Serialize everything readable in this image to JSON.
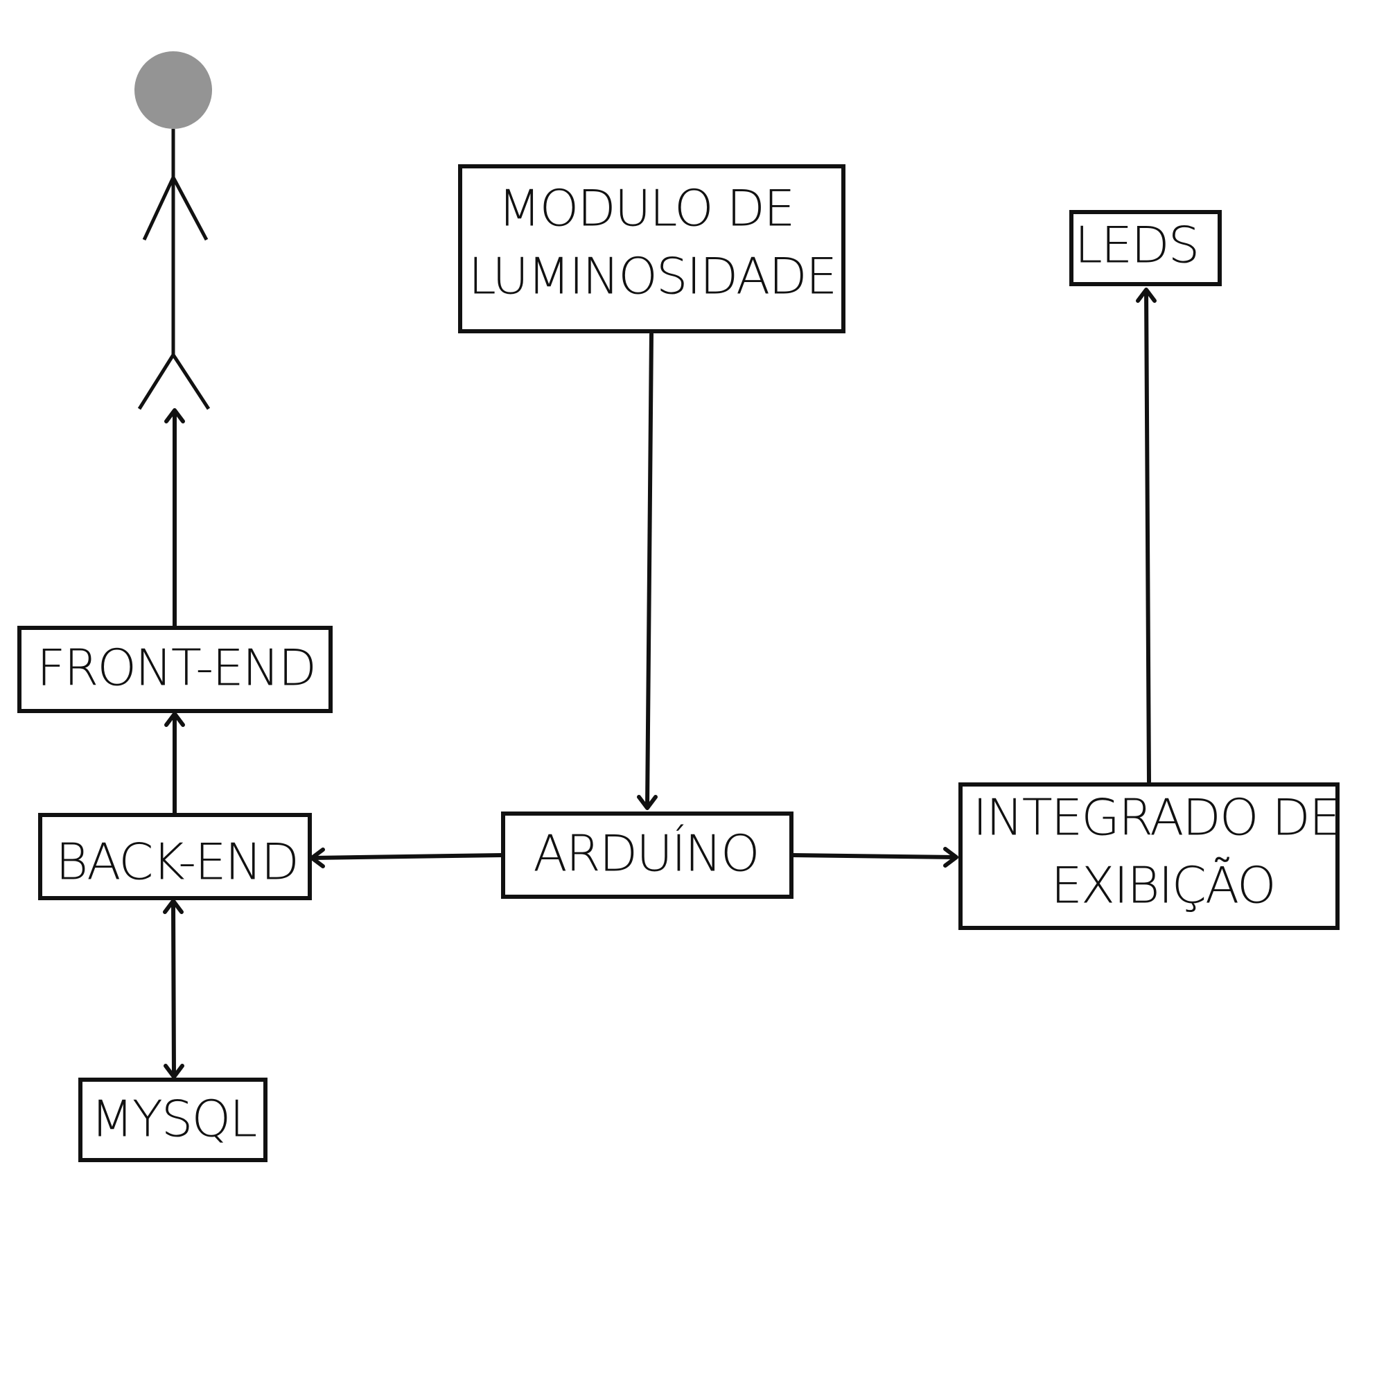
{
  "diagram": {
    "colors": {
      "line": "#111111",
      "box_fill": "#ffffff",
      "head": "#949494"
    },
    "actor": {
      "icon": "stick-figure-user"
    },
    "nodes": {
      "modulo": {
        "line1": "MODULO DE",
        "line2": "LUMINOSIDADE"
      },
      "leds": {
        "label": "LEDS"
      },
      "front_end": {
        "label": "FRONT-END"
      },
      "back_end": {
        "label": "BACK-END"
      },
      "arduino": {
        "label": "ARDUÍNO"
      },
      "integrado": {
        "line1": "INTEGRADO DE",
        "line2": "EXIBIÇÃO"
      },
      "mysql": {
        "label": "MYSQL"
      }
    },
    "edges": [
      {
        "from": "MODULO DE LUMINOSIDADE",
        "to": "ARDUÍNO",
        "direction": "one-way"
      },
      {
        "from": "ARDUÍNO",
        "to": "BACK-END",
        "direction": "one-way"
      },
      {
        "from": "ARDUÍNO",
        "to": "INTEGRADO DE EXIBIÇÃO",
        "direction": "one-way"
      },
      {
        "from": "INTEGRADO DE EXIBIÇÃO",
        "to": "LEDS",
        "direction": "one-way"
      },
      {
        "from": "BACK-END",
        "to": "FRONT-END",
        "direction": "one-way"
      },
      {
        "from": "FRONT-END",
        "to": "user",
        "direction": "one-way"
      },
      {
        "from": "BACK-END",
        "to": "MYSQL",
        "direction": "two-way"
      }
    ]
  }
}
